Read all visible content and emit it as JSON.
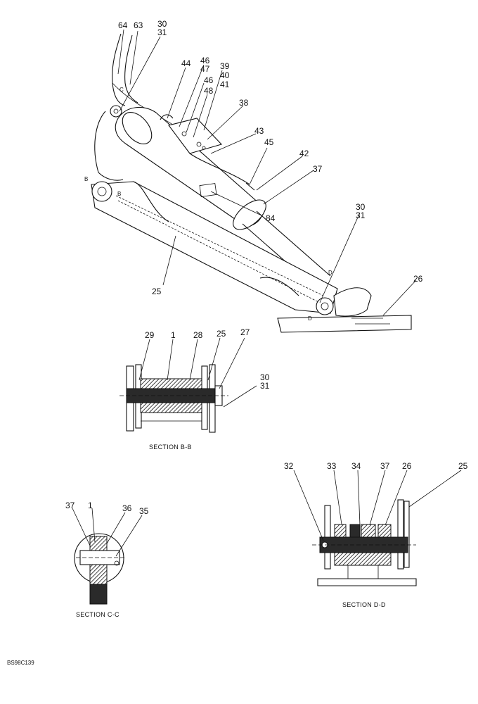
{
  "main_callouts": [
    "64",
    "63",
    "30",
    "31",
    "44",
    "46",
    "47",
    "46",
    "48",
    "39",
    "40",
    "41",
    "38",
    "43",
    "45",
    "42",
    "37",
    "84",
    "30",
    "31",
    "26",
    "25"
  ],
  "section_bb": {
    "callouts": [
      "29",
      "1",
      "28",
      "25",
      "27",
      "30",
      "31"
    ],
    "caption": "SECTION B-B"
  },
  "section_cc": {
    "callouts": [
      "37",
      "1",
      "36",
      "35"
    ],
    "caption": "SECTION C-C"
  },
  "section_dd": {
    "callouts": [
      "32",
      "33",
      "34",
      "37",
      "26",
      "25"
    ],
    "caption": "SECTION D-D"
  },
  "section_marks": [
    "C",
    "B",
    "B",
    "D",
    "D"
  ],
  "figure_ref": "BS98C139"
}
